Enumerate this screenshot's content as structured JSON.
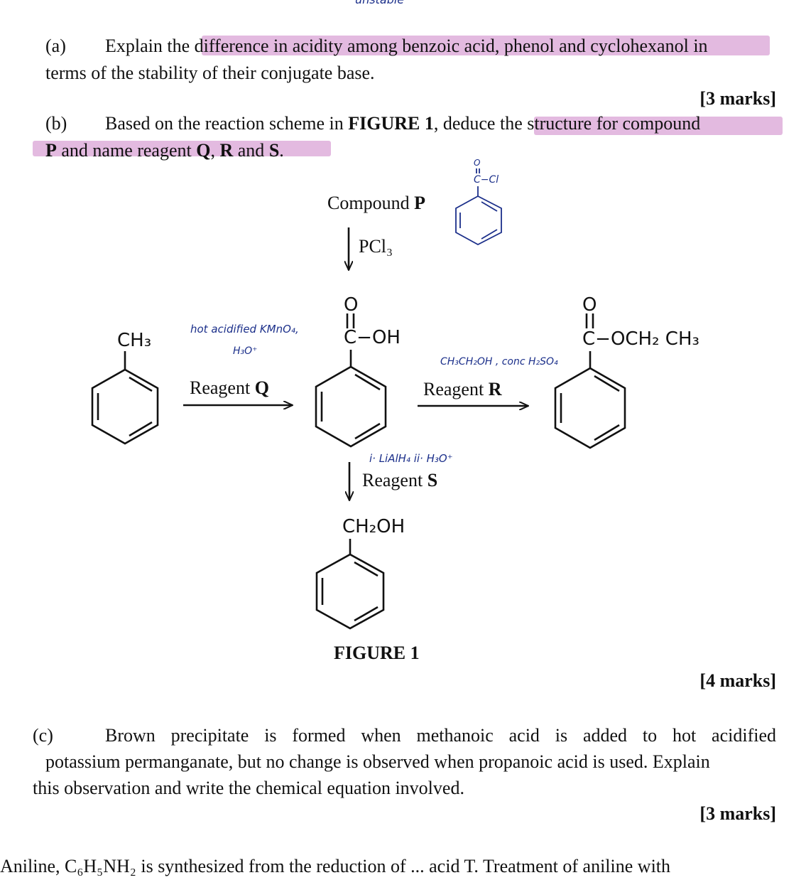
{
  "top_scribble": "unstable",
  "part_a": {
    "label": "(a)",
    "line1": "Explain the difference in acidity among benzoic acid, phenol and cyclohexanol in",
    "line2": "terms of the stability of their conjugate base.",
    "marks": "[3 marks]"
  },
  "part_b": {
    "label": "(b)",
    "line1_pre": "Based on the reaction scheme in ",
    "line1_bold": "FIGURE 1",
    "line1_post": ", deduce the structure for compound",
    "line2_p": "P",
    "line2_mid": " and name reagent ",
    "line2_q": "Q",
    "line2_comma": ", ",
    "line2_r": "R",
    "line2_and": " and ",
    "line2_s": "S",
    "line2_end": ".",
    "marks": "[4 marks]"
  },
  "figure": {
    "compound_p_text": "Compound ",
    "compound_p_bold": "P",
    "pcl3": "PCl₃",
    "ch3": "CH₃",
    "oh_group": "C−OH",
    "ester_group": "C−OCH₂ CH₃",
    "ch2oh": "CH₂OH",
    "reagent_q_text": "Reagent ",
    "reagent_q_bold": "Q",
    "reagent_r_text": "Reagent ",
    "reagent_r_bold": "R",
    "reagent_s_text": "Reagent ",
    "reagent_s_bold": "S",
    "caption": "FIGURE 1",
    "hand_q_line1": "hot acidified KMnO₄,",
    "hand_q_line2": "H₃O⁺",
    "hand_r": "CH₃CH₂OH , conc H₂SO₄",
    "hand_s": "i· LiAlH₄   ii· H₃O⁺",
    "hand_p_group": "C−Cl",
    "hand_p_o": "O"
  },
  "part_c": {
    "label": "(c)",
    "line1": "Brown precipitate is formed when methanoic acid is added to hot acidified",
    "line2": "potassium permanganate, but no change is observed when propanoic acid is used. Explain",
    "line3": "this observation and write the chemical equation involved.",
    "marks": "[3 marks]"
  },
  "bottom_cut": "Aniline, C₆H₅NH₂ is synthesized from the reduction of ... acid T. Treatment of aniline with"
}
